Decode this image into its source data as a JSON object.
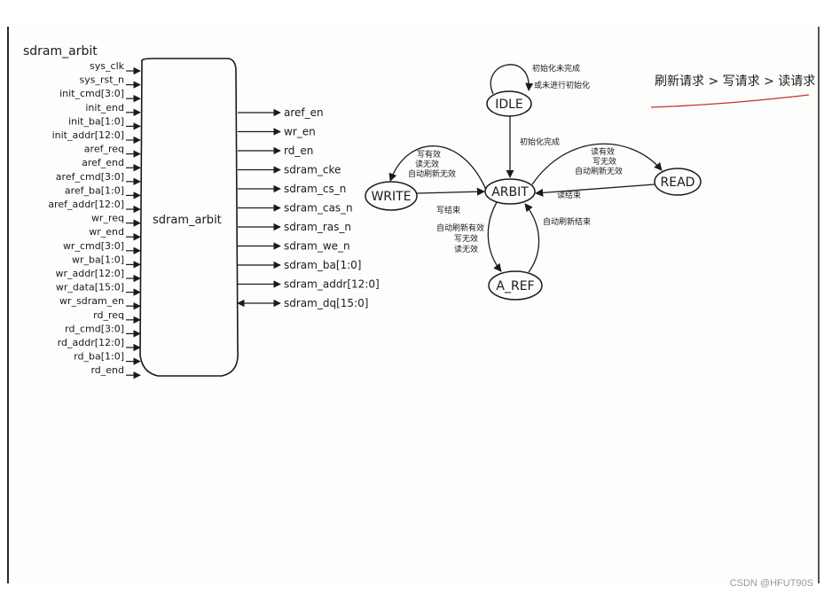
{
  "module": {
    "title": "sdram_arbit",
    "box_label": "sdram_arbit",
    "inputs": [
      "sys_clk",
      "sys_rst_n",
      "init_cmd[3:0]",
      "init_end",
      "init_ba[1:0]",
      "init_addr[12:0]",
      "aref_req",
      "aref_end",
      "aref_cmd[3:0]",
      "aref_ba[1:0]",
      "aref_addr[12:0]",
      "wr_req",
      "wr_end",
      "wr_cmd[3:0]",
      "wr_ba[1:0]",
      "wr_addr[12:0]",
      "wr_data[15:0]",
      "wr_sdram_en",
      "rd_req",
      "rd_cmd[3:0]",
      "rd_addr[12:0]",
      "rd_ba[1:0]",
      "rd_end"
    ],
    "outputs": [
      "aref_en",
      "wr_en",
      "rd_en",
      "sdram_cke",
      "sdram_cs_n",
      "sdram_cas_n",
      "sdram_ras_n",
      "sdram_we_n",
      "sdram_ba[1:0]",
      "sdram_addr[12:0]",
      "sdram_dq[15:0]"
    ]
  },
  "fsm": {
    "states": {
      "idle": "IDLE",
      "arbit": "ARBIT",
      "write": "WRITE",
      "read": "READ",
      "aref": "A_REF"
    },
    "labels": {
      "idle_self_1": "初始化未完成",
      "idle_self_2": "或未进行初始化",
      "idle_to_arbit": "初始化完成",
      "arbit_to_write_1": "写有效",
      "arbit_to_write_2": "读无效",
      "arbit_to_write_3": "自动刷新无效",
      "write_to_arbit": "写结束",
      "arbit_to_read_1": "读有效",
      "arbit_to_read_2": "写无效",
      "arbit_to_read_3": "自动刷新无效",
      "read_to_arbit": "读结束",
      "arbit_to_aref_1": "自动刷新有效",
      "arbit_to_aref_2": "写无效",
      "arbit_to_aref_3": "读无效",
      "aref_to_arbit": "自动刷新结束"
    },
    "priority": "刷新请求 > 写请求 > 读请求"
  },
  "watermark": "CSDN @HFUT90S"
}
